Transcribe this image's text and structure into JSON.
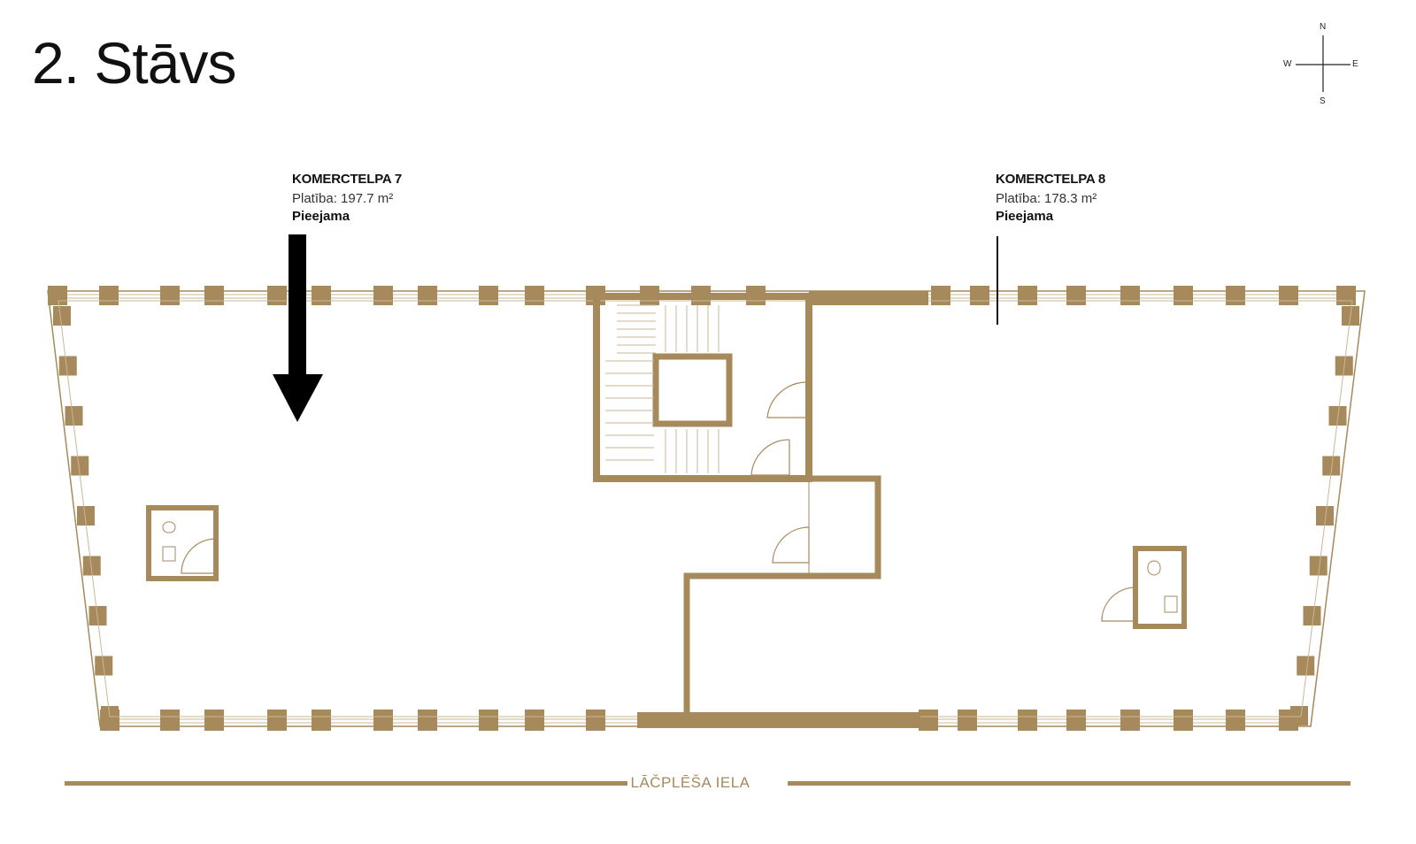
{
  "floor_title": "2. Stāvs",
  "compass": {
    "n": "N",
    "s": "S",
    "w": "W",
    "e": "E"
  },
  "units": [
    {
      "name": "KOMERCTELPA 7",
      "area_label": "Platība: 197.7 m²",
      "status": "Pieejama"
    },
    {
      "name": "KOMERCTELPA 8",
      "area_label": "Platība: 178.3 m²",
      "status": "Pieejama"
    }
  ],
  "street_name": "LĀČPLĒŠA IELA",
  "colors": {
    "wall": "#a68a5c",
    "text": "#111111",
    "arrow": "#000000"
  }
}
